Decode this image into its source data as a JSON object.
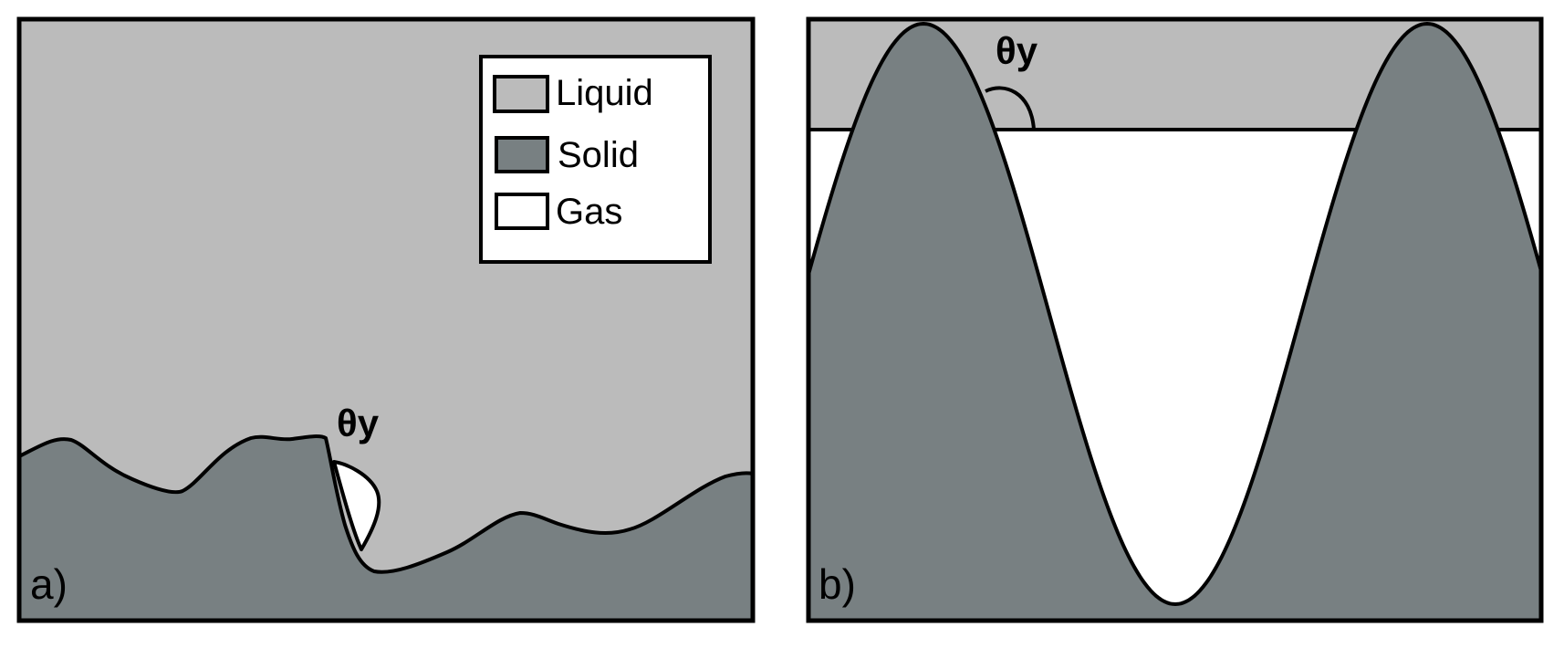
{
  "colors": {
    "liquid": "#bbbbbb",
    "solid": "#788082",
    "gas": "#ffffff",
    "stroke": "#000000"
  },
  "legend": {
    "items": [
      {
        "label": "Liquid",
        "phase": "liquid"
      },
      {
        "label": "Solid",
        "phase": "solid"
      },
      {
        "label": "Gas",
        "phase": "gas"
      }
    ]
  },
  "panel_a": {
    "label": "a)",
    "angle_label": "θy"
  },
  "panel_b": {
    "label": "b)",
    "angle_label": "θy"
  }
}
